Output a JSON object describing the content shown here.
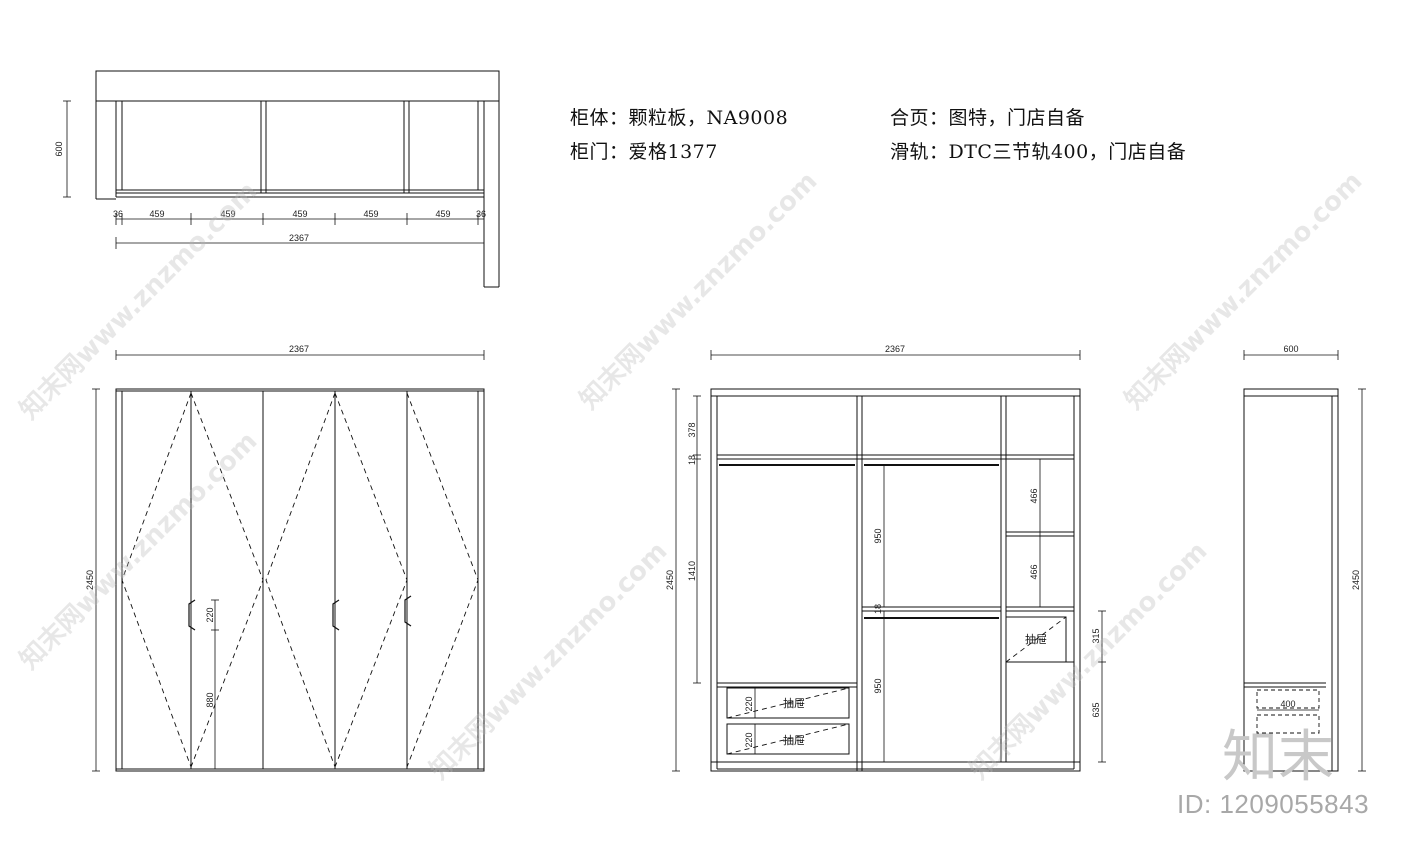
{
  "specs": {
    "cabinet_body": "柜体：颗粒板，NA9008",
    "cabinet_door": "柜门：爱格1377",
    "hinge": "合页：图特，门店自备",
    "slide_rail": "滑轨：DTC三节轨400，门店自备"
  },
  "plan_view": {
    "depth": "600",
    "segments": [
      "36",
      "459",
      "459",
      "459",
      "459",
      "459",
      "36"
    ],
    "total_width": "2367"
  },
  "front_view": {
    "width": "2367",
    "height": "2450",
    "handle_height": "220",
    "handle_offset": "880"
  },
  "interior_view": {
    "width": "2367",
    "height": "2450",
    "top_shelf": "378",
    "rail_gap": "18",
    "hanging_left": "1410",
    "hanging_mid_upper": "950",
    "mid_shelf": "18",
    "hanging_mid_lower": "950",
    "right_shelf_1": "466",
    "right_shelf_2": "466",
    "drawer_right_height": "315",
    "drawer_right_base": "635",
    "drawer_left_1": "220",
    "drawer_left_2": "220",
    "drawer_label": "抽屉"
  },
  "side_view": {
    "depth": "600",
    "height": "2450",
    "drawer_depth": "400"
  },
  "watermark": {
    "text": "知末网www.znzmo.com",
    "logo": "知末",
    "image_id": "ID: 1209055843"
  }
}
